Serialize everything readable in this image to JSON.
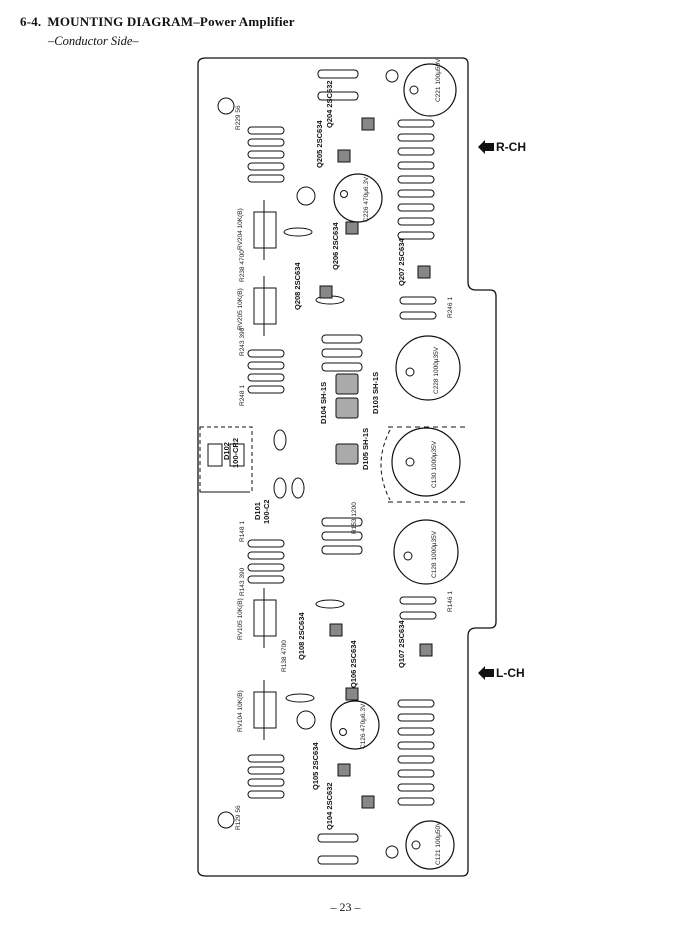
{
  "header": {
    "number": "6-4.",
    "title": "MOUNTING DIAGRAM–Power Amplifier",
    "subtitle": "–Conductor Side–"
  },
  "channels": {
    "right": "R-CH",
    "left": "L-CH"
  },
  "page_number": "– 23 –",
  "diodes": {
    "d101_ref": "D101",
    "d101_val": "100-C2",
    "d102_ref": "D102",
    "d102_val": "100-CR2",
    "d103": "D103 SH-1S",
    "d104": "D104 SH-1S",
    "d105": "D105 SH-1S"
  },
  "transistors": {
    "q104": "Q104 2SC632",
    "q105": "Q105 2SC634",
    "q106": "Q106 2SC634",
    "q107": "Q107 2SC634",
    "q108": "Q108 2SC634",
    "q204": "Q204 2SC632",
    "q205": "Q205 2SC634",
    "q206": "Q206 2SC634",
    "q207": "Q207 2SC634",
    "q208": "Q208 2SC634"
  },
  "capacitors": {
    "c121": "C121 100μ50V",
    "c126": "C126 470μ6.3V",
    "c128": "C128 1000μ35V",
    "c130": "C130 1000μ35V",
    "c221": "C221 100μ50V",
    "c226": "C226 470μ6.3V",
    "c228": "C228 1000μ35V"
  },
  "pots": {
    "rv104": "RV104 10K(B)",
    "rv105": "RV105 10K(B)",
    "rv204": "RV204 10K(B)",
    "rv205": "RV205 10K(B)"
  },
  "resistors": {
    "r129": "R129 56",
    "r138": "R138 4700",
    "r143": "R143 390",
    "r146": "R146 1",
    "r148": "R148 1",
    "r153": "R153 1200",
    "r229": "R229 56",
    "r238": "R238 4700",
    "r243": "R243 390",
    "r246": "R246 1",
    "r248": "R248 1"
  }
}
